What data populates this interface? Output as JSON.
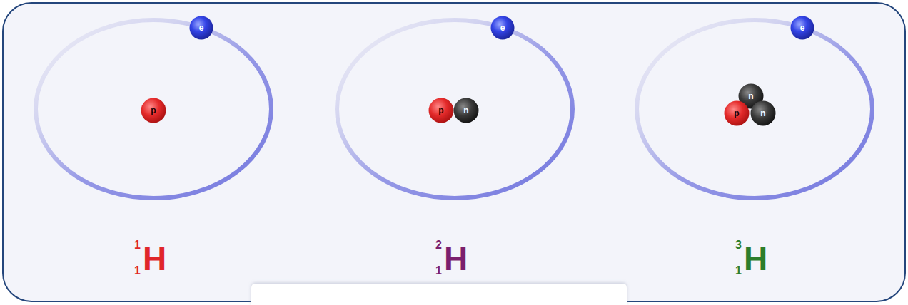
{
  "diagram": {
    "nodes": [
      {
        "text": [
          "e"
        ]
      },
      {
        "text": [
          "p"
        ]
      },
      {
        "text": [
          "e"
        ]
      },
      {
        "text": [
          "p"
        ]
      },
      {
        "text": [
          "n"
        ]
      },
      {
        "text": [
          "e"
        ]
      },
      {
        "text": [
          "p"
        ]
      },
      {
        "text": [
          "n"
        ]
      },
      {
        "text": [
          "n"
        ]
      }
    ],
    "labels": [
      "1",
      "1",
      "H",
      "2",
      "1",
      "H",
      "3",
      "1",
      "H"
    ]
  }
}
